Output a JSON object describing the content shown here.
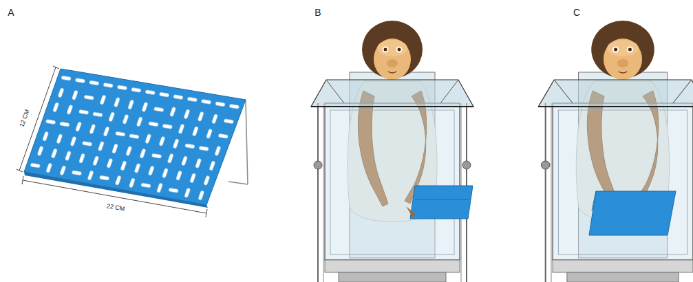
{
  "diagram": {
    "labels": [
      "A",
      "B",
      "C",
      "12 CM",
      "22 CM"
    ]
  }
}
